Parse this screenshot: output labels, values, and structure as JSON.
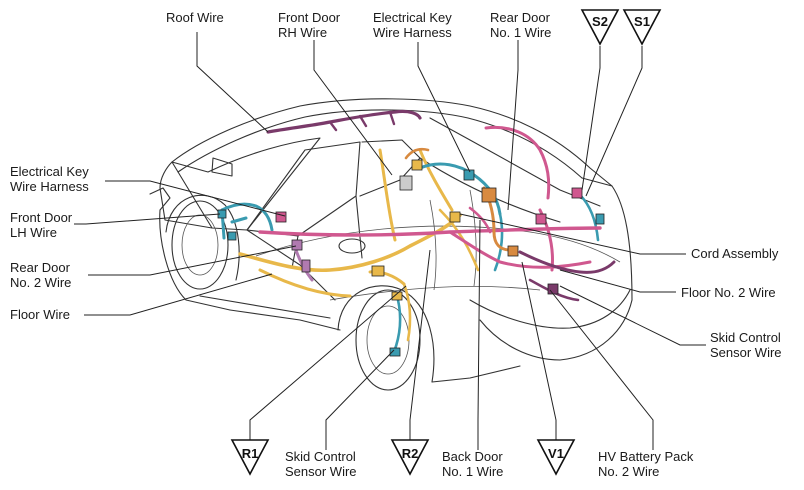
{
  "colors": {
    "yellow_wire": "#e8b84a",
    "teal_wire": "#3a9bb0",
    "pink_wire": "#d0588f",
    "purple_wire": "#7a3a6a",
    "orange_wire": "#d88a40",
    "body_line": "#333333"
  },
  "labels": {
    "roof_wire": [
      "Roof Wire"
    ],
    "front_door_rh_wire": [
      "Front Door",
      "RH Wire"
    ],
    "electrical_key_top": [
      "Electrical Key",
      "Wire Harness"
    ],
    "rear_door_no1": [
      "Rear Door",
      "No. 1 Wire"
    ],
    "electrical_key_left": [
      "Electrical Key",
      "Wire Harness"
    ],
    "front_door_lh_wire": [
      "Front Door",
      "LH Wire"
    ],
    "rear_door_no2": [
      "Rear Door",
      "No. 2 Wire"
    ],
    "floor_wire": [
      "Floor Wire"
    ],
    "cord_assembly": [
      "Cord Assembly"
    ],
    "floor_no2_wire": [
      "Floor No. 2 Wire"
    ],
    "skid_control_right": [
      "Skid Control",
      "Sensor Wire"
    ],
    "skid_control_bottom": [
      "Skid Control",
      "Sensor Wire"
    ],
    "back_door_no1": [
      "Back Door",
      "No. 1 Wire"
    ],
    "hv_battery": [
      "HV Battery Pack",
      "No. 2 Wire"
    ]
  },
  "markers": {
    "s2": "S2",
    "s1": "S1",
    "r1": "R1",
    "r2": "R2",
    "v1": "V1"
  }
}
